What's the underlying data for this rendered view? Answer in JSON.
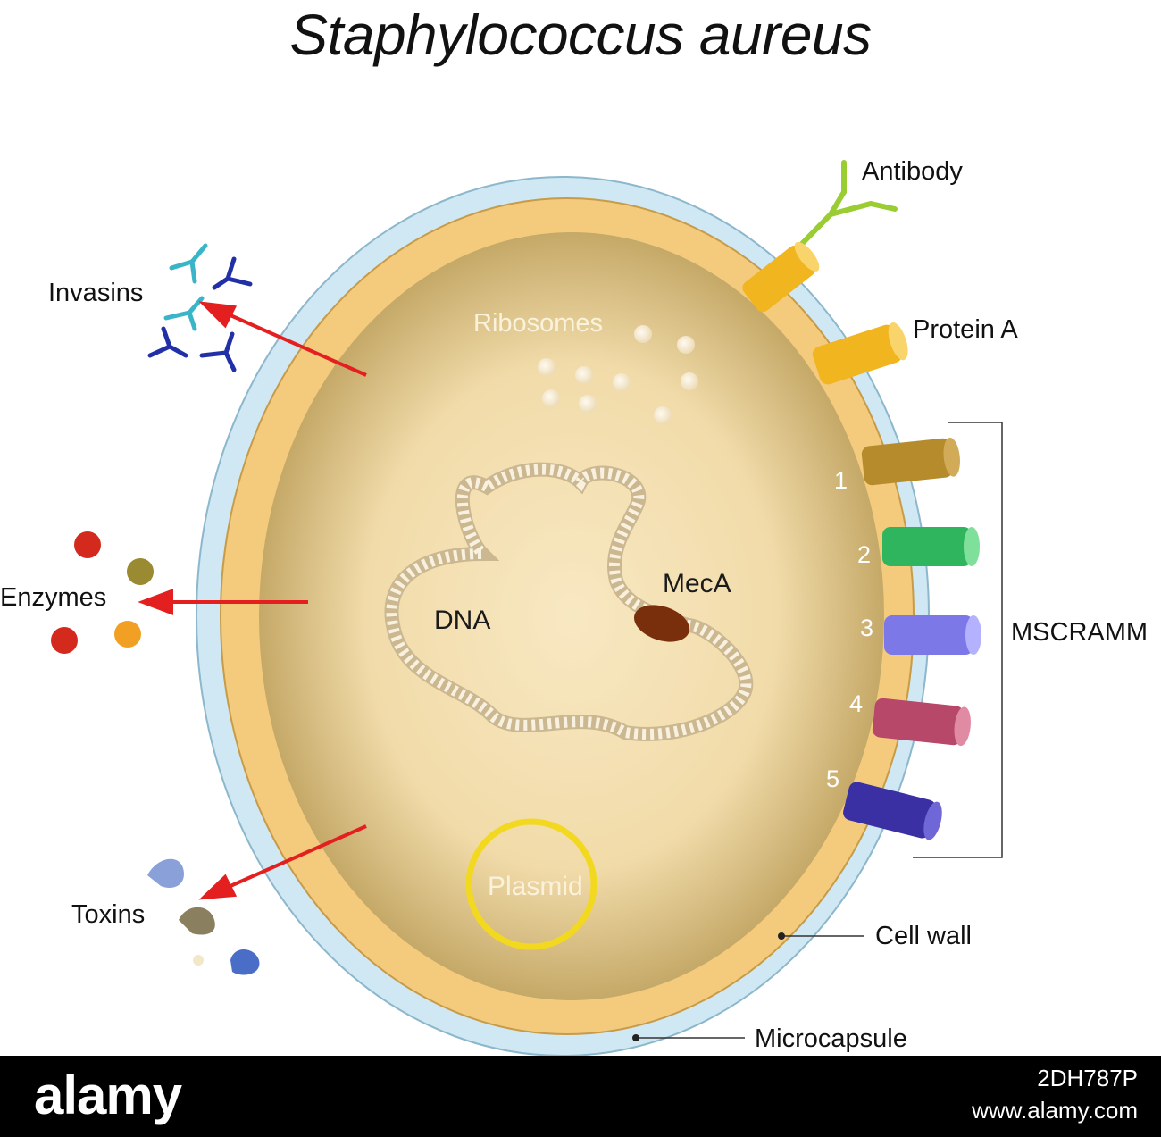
{
  "title": "Staphylococcus aureus",
  "labels": {
    "antibody": "Antibody",
    "protein_a": "Protein A",
    "ribosomes": "Ribosomes",
    "invasins": "Invasins",
    "enzymes": "Enzymes",
    "toxins": "Toxins",
    "dna": "DNA",
    "meca": "MecA",
    "plasmid": "Plasmid",
    "mscramm": "MSCRAMM",
    "cell_wall": "Cell wall",
    "microcapsule": "Microcapsule"
  },
  "mscramm_numbers": [
    "1",
    "2",
    "3",
    "4",
    "5"
  ],
  "watermark": {
    "logo": "alamy",
    "image_id": "2DH787P",
    "site": "www.alamy.com"
  },
  "colors": {
    "microcapsule": "#cfe8f3",
    "cell_wall": "#f4cb7d",
    "cytoplasm": "#f3dfb2",
    "arrow": "#e31f1f",
    "plasmid_ring": "#f2d920"
  }
}
